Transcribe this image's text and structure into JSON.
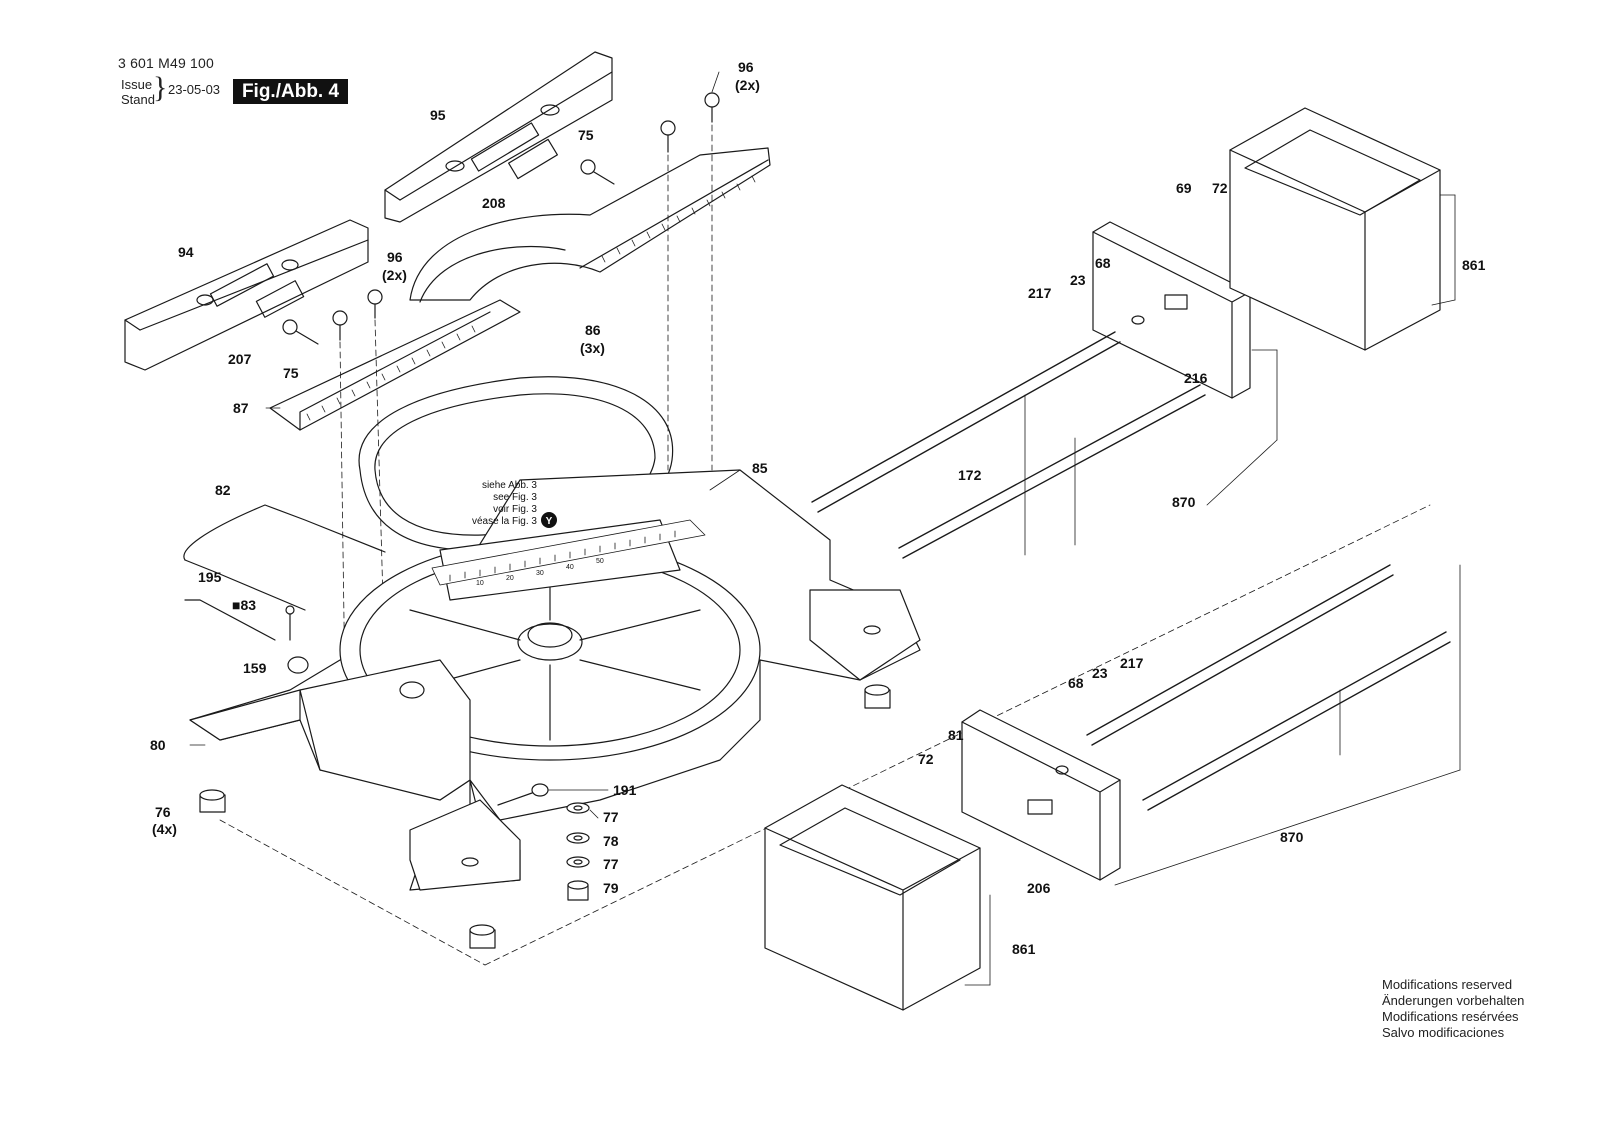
{
  "header": {
    "doc_number": "3 601 M49 100",
    "issue_label": "Issue",
    "stand_label": "Stand",
    "date": "23-05-03",
    "figure": "Fig./Abb. 4"
  },
  "callouts": {
    "c96a": "96",
    "c96a_q": "(2x)",
    "c95": "95",
    "c75a": "75",
    "c208": "208",
    "c94": "94",
    "c96b": "96",
    "c96b_q": "(2x)",
    "c207": "207",
    "c75b": "75",
    "c87": "87",
    "c86": "86",
    "c86_q": "(3x)",
    "c85": "85",
    "c82": "82",
    "c195": "195",
    "c83": "■83",
    "c159": "159",
    "c80": "80",
    "c76": "76",
    "c76_q": "(4x)",
    "c191": "191",
    "c77a": "77",
    "c78": "78",
    "c77b": "77",
    "c79": "79",
    "c69": "69",
    "c72a": "72",
    "c217a": "217",
    "c23a": "23",
    "c68a": "68",
    "c861a": "861",
    "c216": "216",
    "c172": "172",
    "c870a": "870",
    "c68b": "68",
    "c23b": "23",
    "c217b": "217",
    "c72b": "72",
    "c81": "81",
    "c206": "206",
    "c870b": "870",
    "c861b": "861"
  },
  "ref_note": {
    "line1": "siehe Abb. 3",
    "line2": "see Fig. 3",
    "line3": "voir Fig. 3",
    "line4": "véase la Fig. 3",
    "marker": "Y"
  },
  "scale_marks": [
    "10",
    "20",
    "30",
    "40",
    "50"
  ],
  "footer_notes": [
    "Modifications reserved",
    "Änderungen vorbehalten",
    "Modifications resérvées",
    "Salvo modificaciones"
  ],
  "colors": {
    "line": "#1a1a1a",
    "background": "#ffffff",
    "label_box": "#111111"
  }
}
